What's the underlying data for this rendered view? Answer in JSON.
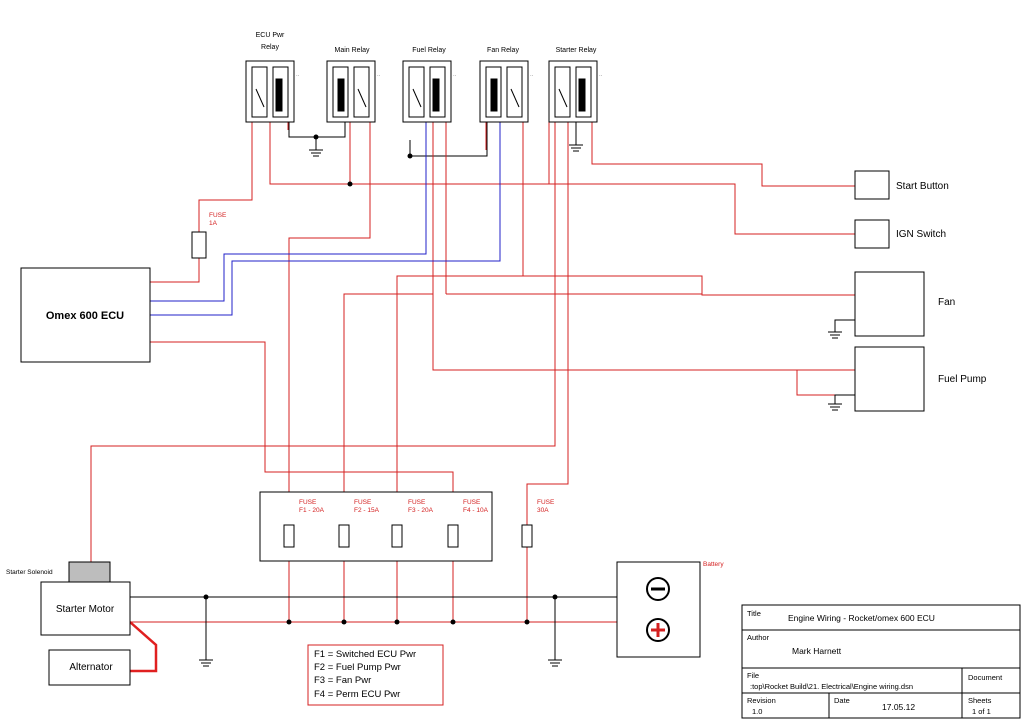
{
  "relays": [
    {
      "label_line1": "ECU Pwr",
      "label_line2": "Relay"
    },
    {
      "label_line1": "Main Relay",
      "label_line2": ""
    },
    {
      "label_line1": "Fuel Relay",
      "label_line2": ""
    },
    {
      "label_line1": "Fan Relay",
      "label_line2": ""
    },
    {
      "label_line1": "Starter Relay",
      "label_line2": ""
    }
  ],
  "fuse_1a": {
    "line1": "FUSE",
    "line2": "1A"
  },
  "fuse_box": [
    {
      "line1": "FUSE",
      "line2": "F1 - 20A"
    },
    {
      "line1": "FUSE",
      "line2": "F2 - 15A"
    },
    {
      "line1": "FUSE",
      "line2": "F3 - 20A"
    },
    {
      "line1": "FUSE",
      "line2": "F4 - 10A"
    }
  ],
  "fuse_30a": {
    "line1": "FUSE",
    "line2": "30A"
  },
  "ecu": {
    "label": "Omex 600 ECU"
  },
  "start_button": {
    "label": "Start Button"
  },
  "ign_switch": {
    "label": "IGN Switch"
  },
  "fan": {
    "label": "Fan"
  },
  "fuel_pump": {
    "label": "Fuel Pump"
  },
  "starter_solenoid": {
    "label": "Starter Solenoid"
  },
  "starter_motor": {
    "label": "Starter Motor"
  },
  "alternator": {
    "label": "Alternator"
  },
  "battery": {
    "label": "Battery"
  },
  "legend": [
    "F1 = Switched ECU Pwr",
    "F2 = Fuel Pump Pwr",
    "F3 = Fan Pwr",
    "F4 = Perm ECU Pwr"
  ],
  "title_block": {
    "title_label": "Title",
    "title_value": "Engine Wiring - Rocket/omex 600 ECU",
    "author_label": "Author",
    "author_value": "Mark Harnett",
    "file_label": "File",
    "file_value": ":top\\Rocket Build\\21. Electrical\\Engine wiring.dsn",
    "document_label": "Document",
    "revision_label": "Revision",
    "revision_value": "1.0",
    "date_label": "Date",
    "date_value": "17.05.12",
    "sheets_label": "Sheets",
    "sheets_value": "1 of 1"
  },
  "colors": {
    "wire_red": "#d42020",
    "wire_blue": "#2020c8",
    "wire_black": "#000000",
    "fuse_text": "#d42020"
  }
}
